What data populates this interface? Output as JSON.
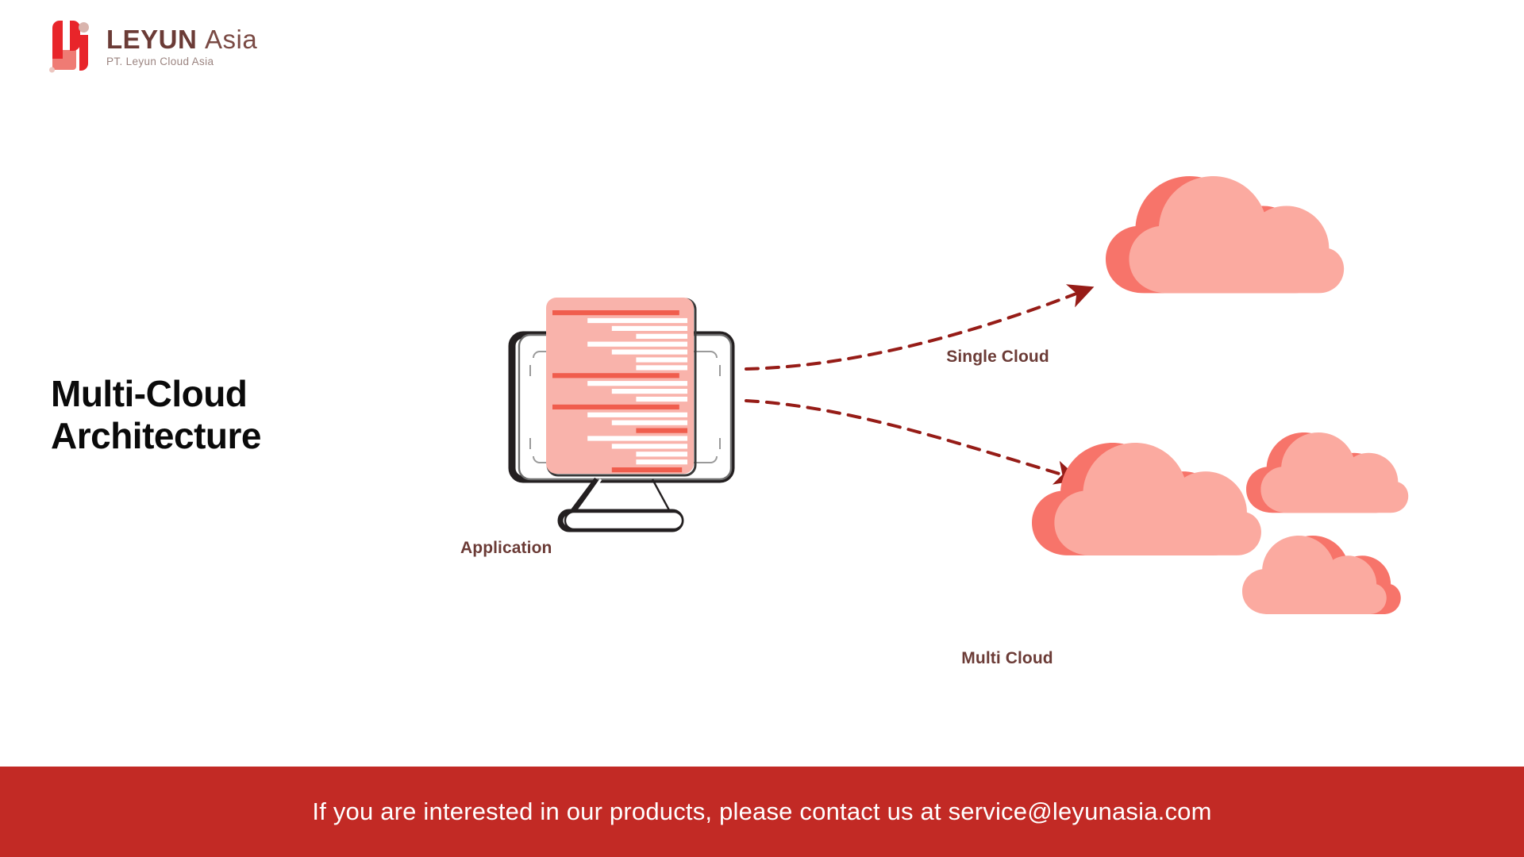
{
  "slide": {
    "background_color": "#ffffff",
    "title": "Multi-Cloud\nArchitecture"
  },
  "logo": {
    "mark_name": "leyun-logo-mark",
    "wordmark_bold": "LEYUN",
    "wordmark_light": "Asia",
    "tagline": "PT. Leyun Cloud Asia",
    "colors": {
      "mark_red": "#e8252a",
      "mark_salmon": "#ef7b74",
      "mark_dot": "#d9b4ad",
      "wordmark": "#6b3b36",
      "tagline": "#9b8480"
    }
  },
  "diagram": {
    "application": {
      "label": "Application",
      "icon_name": "desktop-monitor-with-document",
      "document_lines": [
        {
          "indent": 0,
          "width": 94,
          "color": "accent"
        },
        {
          "indent": 26,
          "width": 92,
          "color": "white"
        },
        {
          "indent": 44,
          "width": 89,
          "color": "white"
        },
        {
          "indent": 62,
          "width": 62,
          "color": "white"
        },
        {
          "indent": 26,
          "width": 78,
          "color": "white"
        },
        {
          "indent": 44,
          "width": 89,
          "color": "white"
        },
        {
          "indent": 62,
          "width": 71,
          "color": "white"
        },
        {
          "indent": 62,
          "width": 44,
          "color": "white"
        },
        {
          "indent": 0,
          "width": 94,
          "color": "accent"
        },
        {
          "indent": 26,
          "width": 78,
          "color": "white"
        },
        {
          "indent": 44,
          "width": 89,
          "color": "white"
        },
        {
          "indent": 62,
          "width": 71,
          "color": "white"
        },
        {
          "indent": 0,
          "width": 94,
          "color": "accent"
        },
        {
          "indent": 26,
          "width": 78,
          "color": "white"
        },
        {
          "indent": 44,
          "width": 89,
          "color": "white"
        },
        {
          "indent": 62,
          "width": 71,
          "color": "accent"
        },
        {
          "indent": 26,
          "width": 78,
          "color": "white"
        },
        {
          "indent": 44,
          "width": 89,
          "color": "white"
        },
        {
          "indent": 62,
          "width": 44,
          "color": "white"
        },
        {
          "indent": 62,
          "width": 71,
          "color": "white"
        },
        {
          "indent": 44,
          "width": 52,
          "color": "accent"
        }
      ]
    },
    "single_cloud": {
      "label": "Single Cloud",
      "icon_name": "cloud-icon",
      "cloud_count": 1
    },
    "multi_cloud": {
      "label": "Multi Cloud",
      "icon_name": "cloud-group-icon",
      "cloud_count": 3
    },
    "connectors": [
      {
        "name": "arrow-application-to-single-cloud",
        "style": "dashed-curved-arrow"
      },
      {
        "name": "arrow-application-to-multi-cloud",
        "style": "dashed-curved-arrow"
      }
    ],
    "colors": {
      "cloud_front": "#fbaaa0",
      "cloud_back": "#f7746a",
      "document_fill": "#f9b3ab",
      "document_accent": "#f05d4d",
      "document_white": "#ffffff",
      "monitor_outline": "#231f20",
      "arrow": "#961c17",
      "caption": "#6b3b36"
    }
  },
  "footer": {
    "text": "If you are interested in our products, please contact us at service@leyunasia.com",
    "background_color": "#c22a25",
    "text_color": "#ffffff"
  }
}
